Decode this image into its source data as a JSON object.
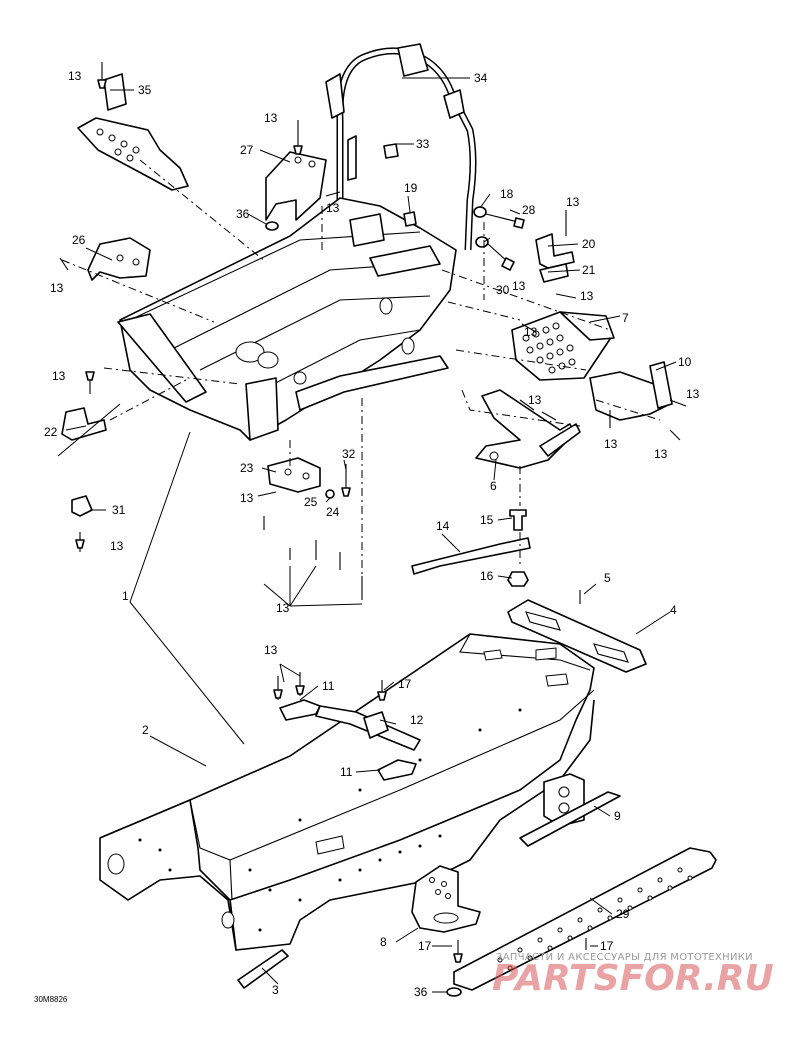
{
  "drawing_code": "30M8826",
  "watermark": {
    "tagline": "ЗАПЧАСТИ И АКСЕССУАРЫ ДЛЯ МОТОТЕХНИКИ",
    "brand": "PARTSFOR.RU"
  },
  "callouts": [
    "1",
    "2",
    "3",
    "4",
    "5",
    "6",
    "7",
    "8",
    "9",
    "10",
    "11",
    "12",
    "13",
    "14",
    "15",
    "16",
    "17",
    "18",
    "19",
    "20",
    "21",
    "22",
    "23",
    "24",
    "25",
    "26",
    "27",
    "28",
    "29",
    "30",
    "31",
    "32",
    "33",
    "34",
    "35",
    "36"
  ],
  "parts": [
    {
      "number": "1",
      "kind": "frame-assembly"
    },
    {
      "number": "2",
      "kind": "tunnel"
    },
    {
      "number": "3",
      "kind": "rod"
    },
    {
      "number": "4",
      "kind": "plate"
    },
    {
      "number": "5",
      "kind": "rivet"
    },
    {
      "number": "6",
      "kind": "bracket"
    },
    {
      "number": "7",
      "kind": "perforated-bracket"
    },
    {
      "number": "8",
      "kind": "bracket"
    },
    {
      "number": "9",
      "kind": "angle-bracket"
    },
    {
      "number": "10",
      "kind": "bracket"
    },
    {
      "number": "11",
      "kind": "support"
    },
    {
      "number": "12",
      "kind": "cross-brace"
    },
    {
      "number": "14",
      "kind": "strip"
    },
    {
      "number": "15",
      "kind": "screw"
    },
    {
      "number": "16",
      "kind": "nut"
    },
    {
      "number": "18",
      "kind": "washer"
    },
    {
      "number": "19",
      "kind": "nut"
    },
    {
      "number": "20",
      "kind": "bracket"
    },
    {
      "number": "21",
      "kind": "clip"
    },
    {
      "number": "22",
      "kind": "bracket"
    },
    {
      "number": "23",
      "kind": "bracket"
    },
    {
      "number": "24",
      "kind": "rivet"
    },
    {
      "number": "25",
      "kind": "washer"
    },
    {
      "number": "26",
      "kind": "plate"
    },
    {
      "number": "27",
      "kind": "cover"
    },
    {
      "number": "28",
      "kind": "bolt"
    },
    {
      "number": "29",
      "kind": "running-board"
    },
    {
      "number": "30",
      "kind": "bolt"
    },
    {
      "number": "31",
      "kind": "clip"
    },
    {
      "number": "32",
      "kind": "rivet"
    },
    {
      "number": "33",
      "kind": "nut"
    },
    {
      "number": "34",
      "kind": "steering-support"
    },
    {
      "number": "35",
      "kind": "bracket"
    },
    {
      "number": "36",
      "kind": "washer"
    }
  ]
}
